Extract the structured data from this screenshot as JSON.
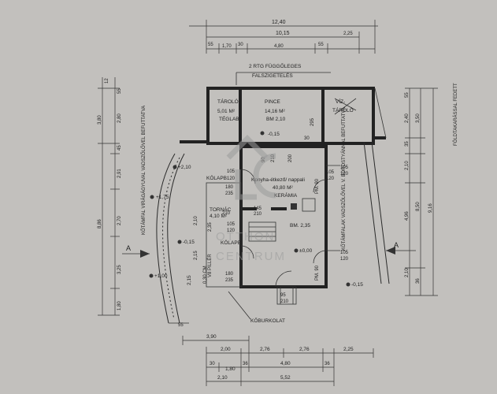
{
  "dims_top": {
    "overall": "12,40",
    "inner": "10,15",
    "seg_a": "55",
    "seg_b": "1,70",
    "seg_c": "30",
    "seg_d": "55",
    "seg_e": "4,80",
    "seg_f": "2,25"
  },
  "dims_bottom": {
    "row1_a": "3,90",
    "row2_a": "2,00",
    "row2_b": "2,76",
    "row2_c": "2,76",
    "row2_d": "2,25",
    "row3_a": "30",
    "row3_b": "1,80",
    "row3_c": "36",
    "row3_d": "4,80",
    "row3_e": "36",
    "row4_a": "2,10",
    "row4_b": "5,52"
  },
  "dims_left": {
    "a": "12",
    "b": "55",
    "c": "2,80",
    "d": "3,80",
    "e": "45",
    "f": "55",
    "g": "2,91",
    "h": "2,70",
    "i": "8,86",
    "j": "3,25",
    "k": "1,80"
  },
  "dims_right": {
    "a": "55",
    "b": "2,40",
    "c": "3,50",
    "d": "35",
    "e": "2,10",
    "f": "4,96",
    "g": "8,50",
    "h": "9,16",
    "i": "2,10",
    "j": "36"
  },
  "notes": {
    "roof_line1": "2 RTG FÜGGŐLEGES",
    "roof_line2": "FALSZIGETELÉS",
    "right_fence": "FÖLDTAKARÁSSAL FEDETT",
    "right_wall": "KŐTÁMFALAK VADSZŐLŐVEL V. BOROSTYÁNNAL BEFUTTATVA",
    "left_wall": "KŐTÁMFAL VIRÁGÁGYUVAL VADSZŐLŐVEL BEFUTTATVA",
    "section_a": "A",
    "pillar": "V8 PILLÉR",
    "cobble": "KŐBURKOLAT"
  },
  "rooms": {
    "taroló_name": "TÁROLÓ",
    "taroló_area": "5,01 M²",
    "taroló_floor": "TÉGLAB",
    "pince_name": "PINCE",
    "pince_area": "14,16 M²",
    "pince_elev": "BM 2,10",
    "viz_name": "VÍZ-",
    "viz_name2": "TÁROLÓ",
    "kitchen_name": "Konyha-étkező/ nappali",
    "kitchen_area": "40,80 M²",
    "kitchen_floor": "KERÁMIA",
    "kitchen_elev": "BM. 2,35",
    "terrace_name": "TORNÁC",
    "terrace_area": "4,10 M²",
    "terrace_floor": "KÖLAPB",
    "kolap_left": "KÖLAPB"
  },
  "elevations": {
    "e1": "-0,15",
    "e2": "+2,10",
    "e3": "+1,75",
    "e4": "-0,15",
    "e5": "+1,00",
    "e6": "±0,00",
    "e7": "-0,15",
    "e8": "2,15"
  },
  "openings": {
    "o1": "105",
    "o2": "120",
    "o3": "105",
    "o4": "120",
    "o5": "PM. 90",
    "o6": "PM. 90",
    "o7": "105",
    "o8": "120",
    "o9": "180",
    "o10": "235",
    "o11": "210",
    "o12": "105",
    "o13": "120",
    "o14": "180",
    "o15": "235",
    "o16": "95",
    "o17": "210",
    "o18": "30",
    "o19": "200",
    "o20": "295",
    "o21": "145",
    "o22": "210",
    "o23": "90",
    "o24": "210",
    "o25": "105",
    "o26": "120",
    "o27": "2,35",
    "o28": "0,30 CM",
    "o29": "2,15",
    "o30": "2,10"
  },
  "watermark": {
    "line1": "OTTHON",
    "line2": "CENTRUM"
  }
}
